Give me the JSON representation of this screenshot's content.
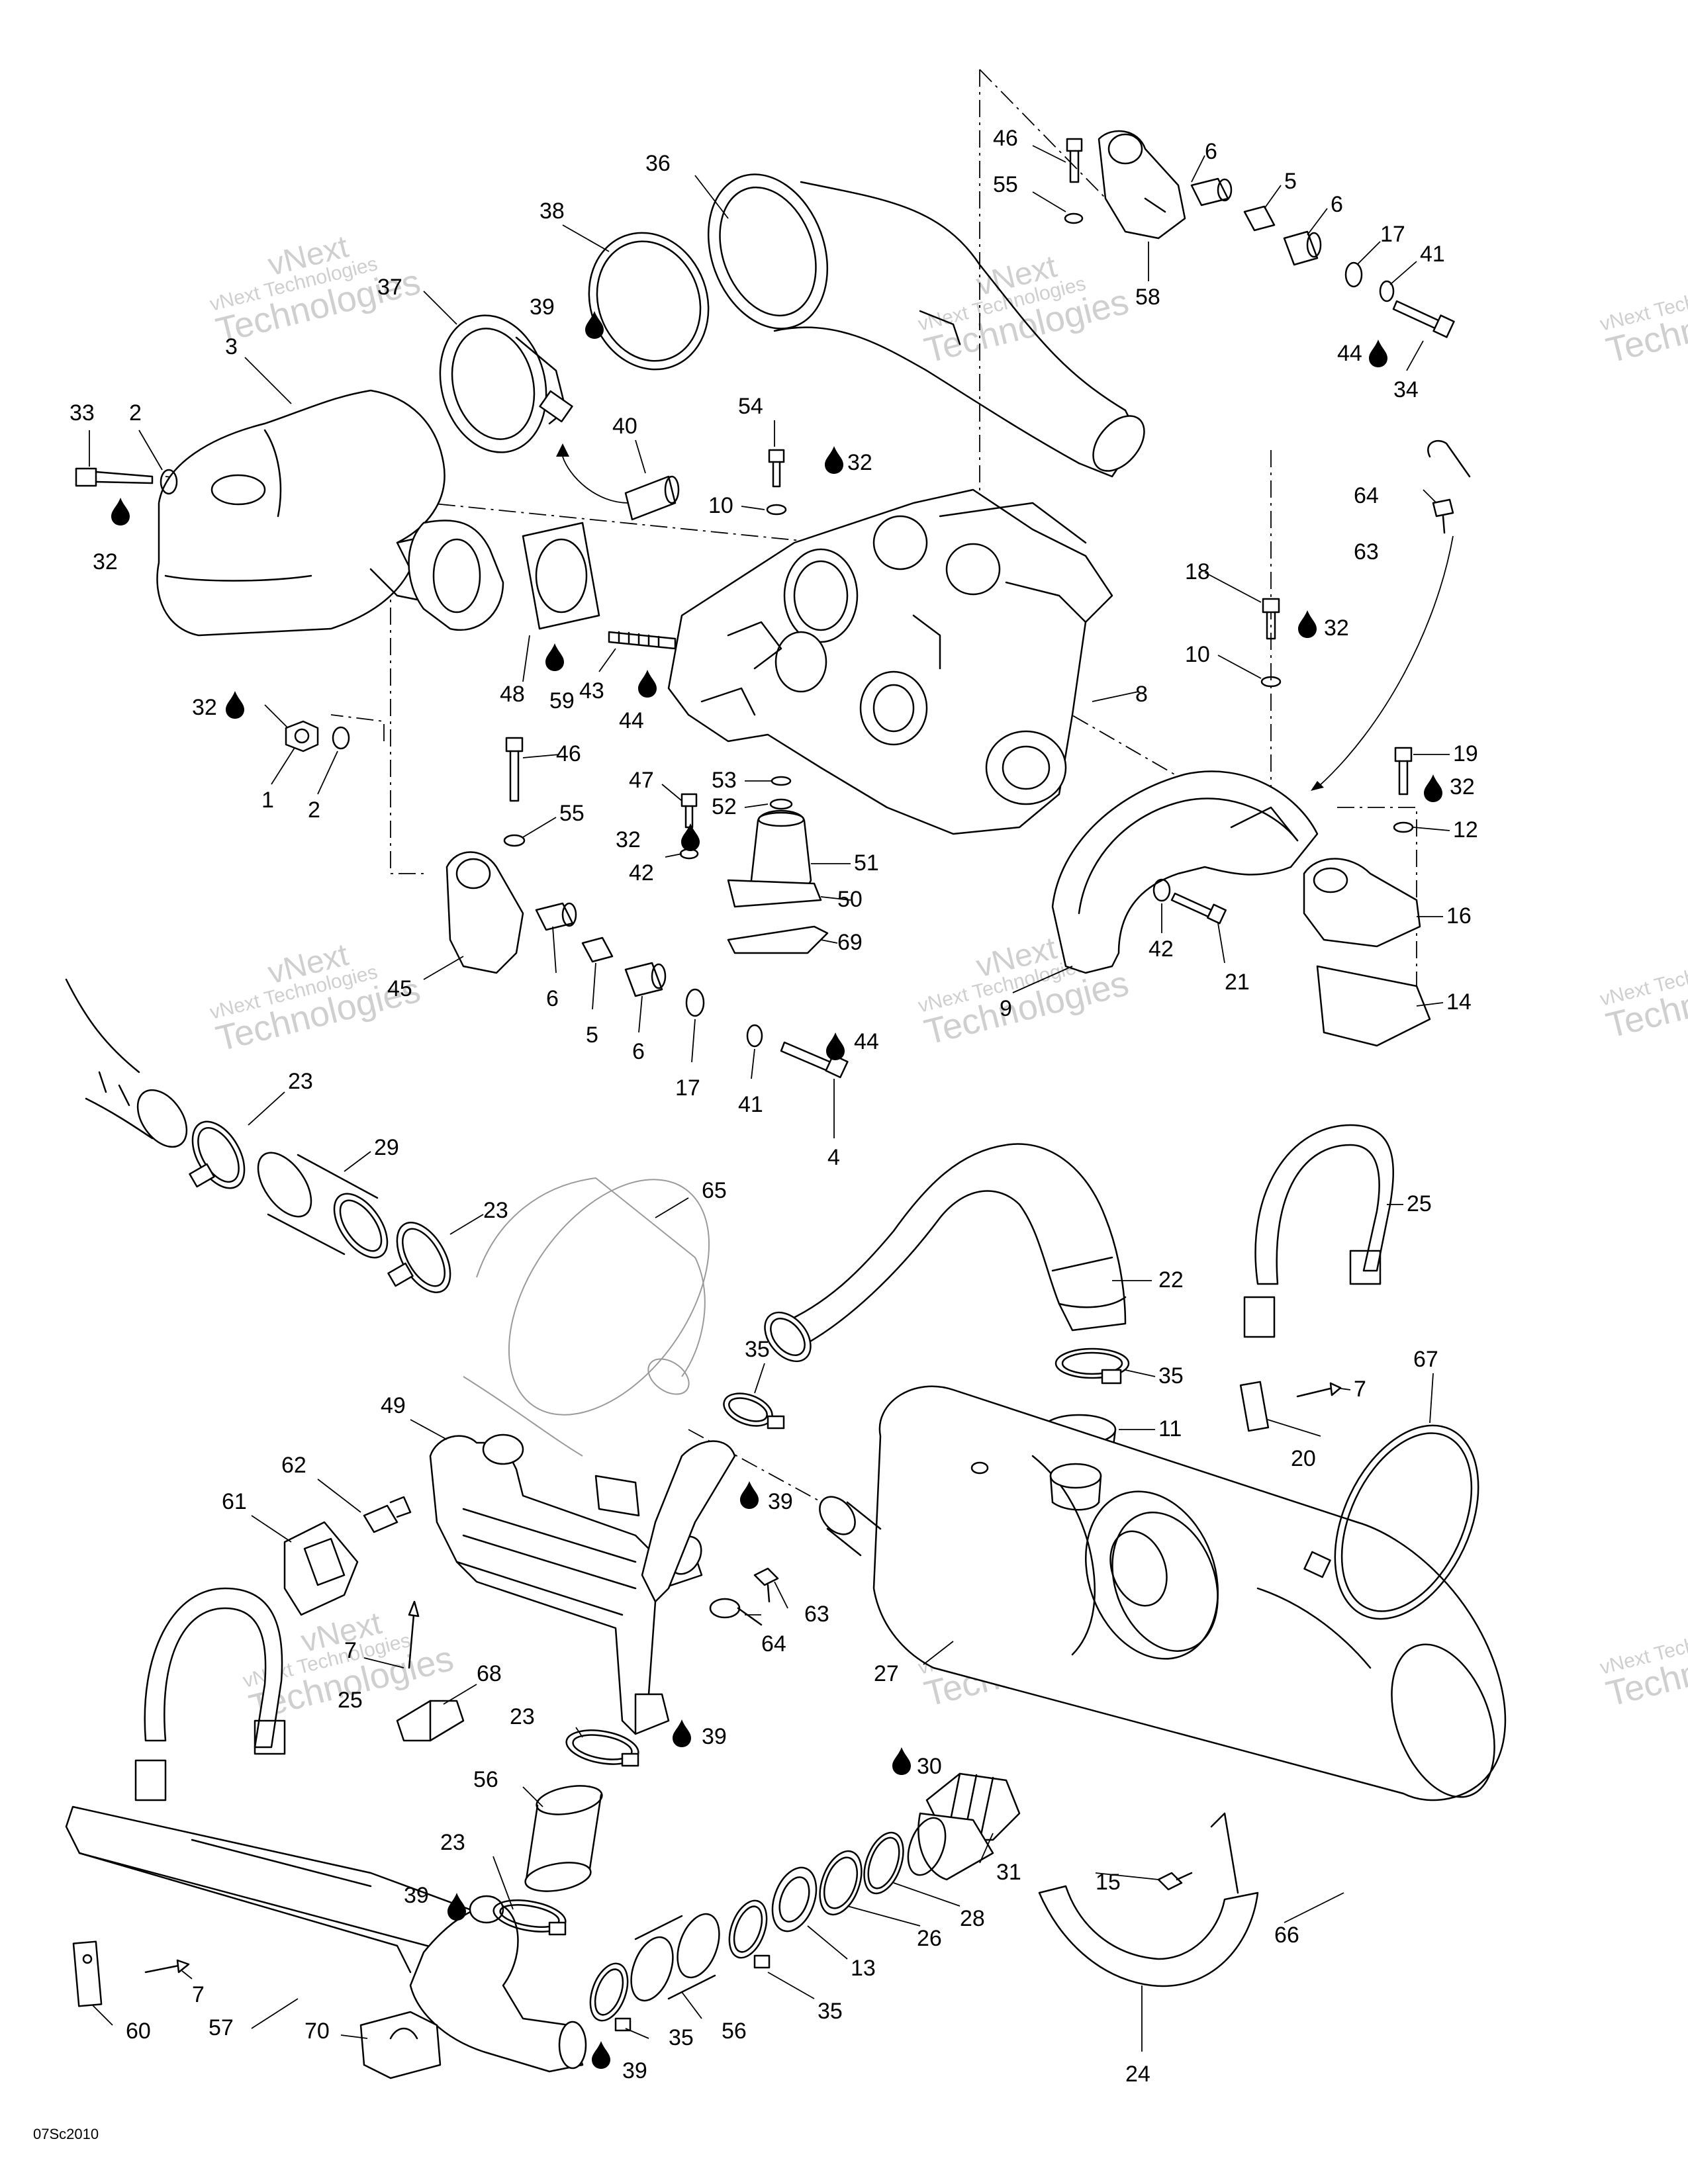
{
  "diagram_code": "07Sc2010",
  "watermark": {
    "line1": "vNext Technologies",
    "line2": "vNext",
    "line3": "Technologies"
  },
  "colors": {
    "line": "#000000",
    "watermark": "#cfcfcf",
    "background": "#ffffff"
  },
  "icons": {
    "lubricant": "oil-drop-icon"
  },
  "callouts": [
    {
      "id": "c46a",
      "text": "46"
    },
    {
      "id": "c55a",
      "text": "55"
    },
    {
      "id": "c6a",
      "text": "6"
    },
    {
      "id": "c5a",
      "text": "5"
    },
    {
      "id": "c6b",
      "text": "6"
    },
    {
      "id": "c17a",
      "text": "17"
    },
    {
      "id": "c41a",
      "text": "41"
    },
    {
      "id": "c44a",
      "text": "44"
    },
    {
      "id": "c34",
      "text": "34"
    },
    {
      "id": "c58",
      "text": "58"
    },
    {
      "id": "c36",
      "text": "36"
    },
    {
      "id": "c38",
      "text": "38"
    },
    {
      "id": "c39a",
      "text": "39"
    },
    {
      "id": "c37",
      "text": "37"
    },
    {
      "id": "c3",
      "text": "3"
    },
    {
      "id": "c33",
      "text": "33"
    },
    {
      "id": "c2a",
      "text": "2"
    },
    {
      "id": "c32a",
      "text": "32"
    },
    {
      "id": "c40",
      "text": "40"
    },
    {
      "id": "c54",
      "text": "54"
    },
    {
      "id": "c32b",
      "text": "32"
    },
    {
      "id": "c10a",
      "text": "10"
    },
    {
      "id": "c64a",
      "text": "64"
    },
    {
      "id": "c63a",
      "text": "63"
    },
    {
      "id": "c18",
      "text": "18"
    },
    {
      "id": "c32c",
      "text": "32"
    },
    {
      "id": "c10b",
      "text": "10"
    },
    {
      "id": "c8",
      "text": "8"
    },
    {
      "id": "c48",
      "text": "48"
    },
    {
      "id": "c59",
      "text": "59"
    },
    {
      "id": "c43",
      "text": "43"
    },
    {
      "id": "c44b",
      "text": "44"
    },
    {
      "id": "c32d",
      "text": "32"
    },
    {
      "id": "c1",
      "text": "1"
    },
    {
      "id": "c2b",
      "text": "2"
    },
    {
      "id": "c46b",
      "text": "46"
    },
    {
      "id": "c55b",
      "text": "55"
    },
    {
      "id": "c47",
      "text": "47"
    },
    {
      "id": "c53",
      "text": "53"
    },
    {
      "id": "c52",
      "text": "52"
    },
    {
      "id": "c32e",
      "text": "32"
    },
    {
      "id": "c42a",
      "text": "42"
    },
    {
      "id": "c51",
      "text": "51"
    },
    {
      "id": "c50",
      "text": "50"
    },
    {
      "id": "c69",
      "text": "69"
    },
    {
      "id": "c19",
      "text": "19"
    },
    {
      "id": "c32f",
      "text": "32"
    },
    {
      "id": "c12",
      "text": "12"
    },
    {
      "id": "c16",
      "text": "16"
    },
    {
      "id": "c42b",
      "text": "42"
    },
    {
      "id": "c21",
      "text": "21"
    },
    {
      "id": "c14",
      "text": "14"
    },
    {
      "id": "c9",
      "text": "9"
    },
    {
      "id": "c45",
      "text": "45"
    },
    {
      "id": "c6c",
      "text": "6"
    },
    {
      "id": "c5b",
      "text": "5"
    },
    {
      "id": "c6d",
      "text": "6"
    },
    {
      "id": "c17b",
      "text": "17"
    },
    {
      "id": "c41b",
      "text": "41"
    },
    {
      "id": "c44c",
      "text": "44"
    },
    {
      "id": "c4",
      "text": "4"
    },
    {
      "id": "c23a",
      "text": "23"
    },
    {
      "id": "c29",
      "text": "29"
    },
    {
      "id": "c23b",
      "text": "23"
    },
    {
      "id": "c65",
      "text": "65"
    },
    {
      "id": "c25a",
      "text": "25"
    },
    {
      "id": "c22",
      "text": "22"
    },
    {
      "id": "c35a",
      "text": "35"
    },
    {
      "id": "c35b",
      "text": "35"
    },
    {
      "id": "c11",
      "text": "11"
    },
    {
      "id": "c7a",
      "text": "7"
    },
    {
      "id": "c20",
      "text": "20"
    },
    {
      "id": "c67",
      "text": "67"
    },
    {
      "id": "c49",
      "text": "49"
    },
    {
      "id": "c62",
      "text": "62"
    },
    {
      "id": "c61",
      "text": "61"
    },
    {
      "id": "c39b",
      "text": "39"
    },
    {
      "id": "c63b",
      "text": "63"
    },
    {
      "id": "c64b",
      "text": "64"
    },
    {
      "id": "c27",
      "text": "27"
    },
    {
      "id": "c7b",
      "text": "7"
    },
    {
      "id": "c25b",
      "text": "25"
    },
    {
      "id": "c68",
      "text": "68"
    },
    {
      "id": "c23c",
      "text": "23"
    },
    {
      "id": "c39c",
      "text": "39"
    },
    {
      "id": "c56a",
      "text": "56"
    },
    {
      "id": "c30",
      "text": "30"
    },
    {
      "id": "c31",
      "text": "31"
    },
    {
      "id": "c23d",
      "text": "23"
    },
    {
      "id": "c28",
      "text": "28"
    },
    {
      "id": "c39d",
      "text": "39"
    },
    {
      "id": "c26",
      "text": "26"
    },
    {
      "id": "c15",
      "text": "15"
    },
    {
      "id": "c66",
      "text": "66"
    },
    {
      "id": "c13",
      "text": "13"
    },
    {
      "id": "c35c",
      "text": "35"
    },
    {
      "id": "c7c",
      "text": "7"
    },
    {
      "id": "c56b",
      "text": "56"
    },
    {
      "id": "c60",
      "text": "60"
    },
    {
      "id": "c57",
      "text": "57"
    },
    {
      "id": "c35d",
      "text": "35"
    },
    {
      "id": "c70",
      "text": "70"
    },
    {
      "id": "c39e",
      "text": "39"
    },
    {
      "id": "c24",
      "text": "24"
    }
  ]
}
